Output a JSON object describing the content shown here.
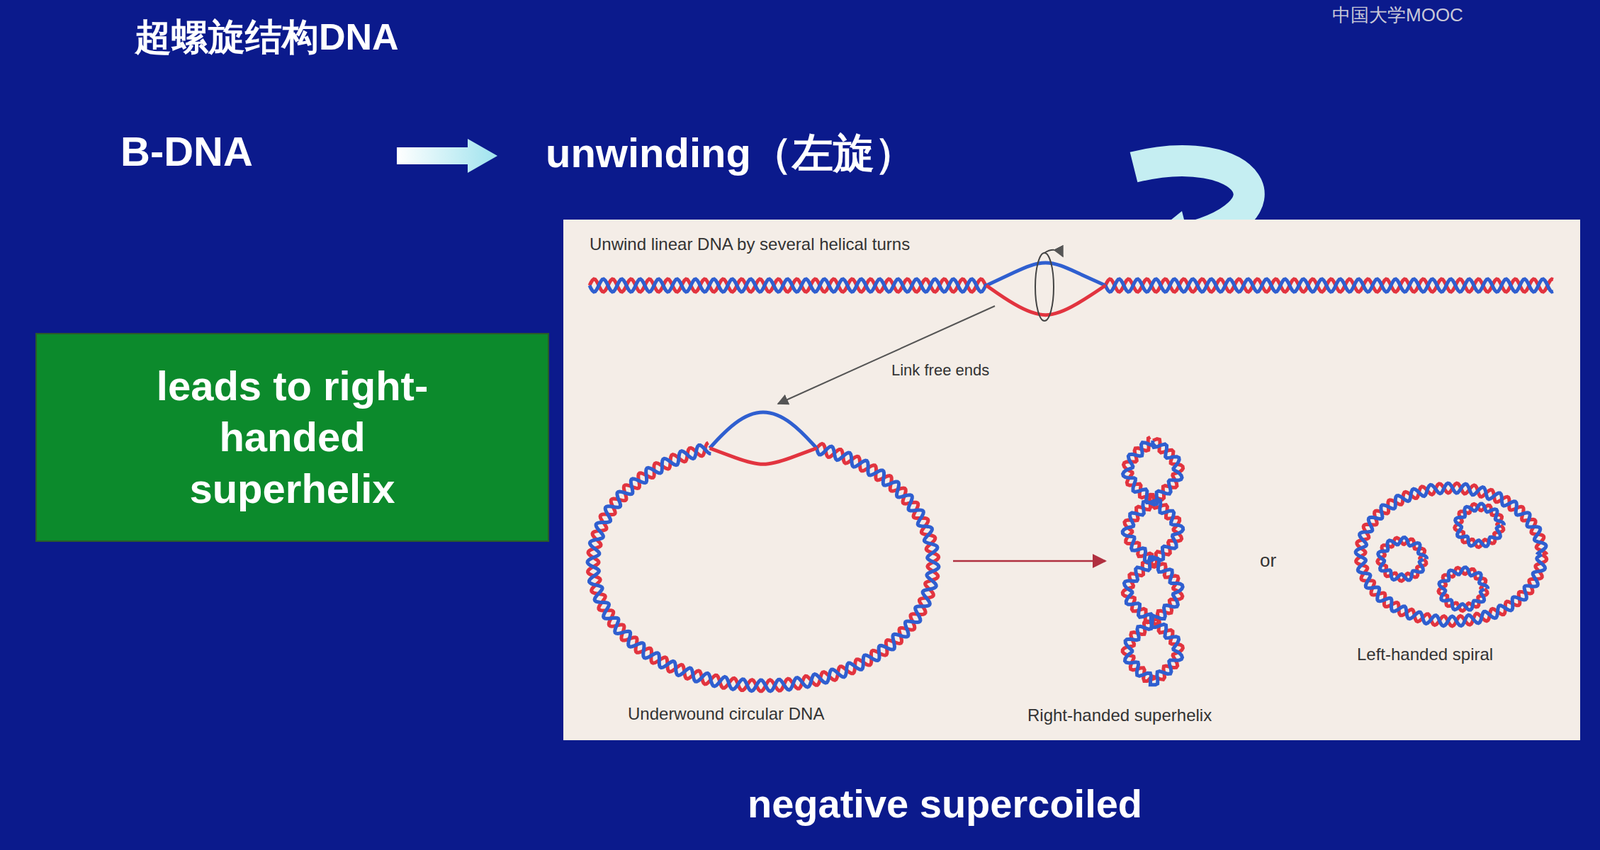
{
  "diagram": {
    "title": "超螺旋结构DNA",
    "caption": "negative supercoiled",
    "nodes": [
      {
        "text": [
          "leads to right-handed superhelix"
        ]
      }
    ],
    "labels": [
      "B-DNA",
      "unwinding（左旋）",
      "Unwind linear DNA by several helical turns",
      "Link free ends",
      "Underwound circular DNA",
      "Right-handed superhelix",
      "or",
      "Left-handed spiral",
      "中国大学MOOC"
    ]
  }
}
